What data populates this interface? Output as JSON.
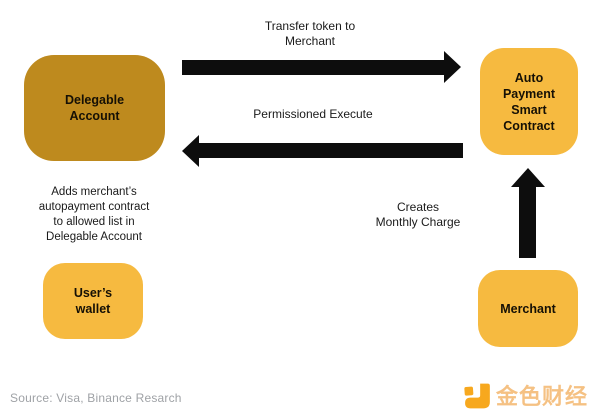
{
  "diagram": {
    "nodes": {
      "delegable_account": "Delegable\nAccount",
      "auto_payment": "Auto\nPayment\nSmart\nContract",
      "users_wallet": "User’s\nwallet",
      "merchant": "Merchant"
    },
    "edges": {
      "transfer": "Transfer token to\nMerchant",
      "permissioned": "Permissioned Execute",
      "creates": "Creates\nMonthly Charge"
    },
    "note": "Adds merchant’s\nautopayment contract\nto allowed list in\nDelegable Account",
    "source": "Source: Visa, Binance Resarch"
  },
  "branding": {
    "logo_text": "金色财经"
  },
  "colors": {
    "node_dark_gold": "#BE8A1E",
    "node_amber": "#F6BA40",
    "arrow_black": "#0D0D0D",
    "source_gray": "#9FA2A6",
    "logo_icon_orange": "#F7A81E",
    "logo_text_orange": "#F5C183"
  }
}
